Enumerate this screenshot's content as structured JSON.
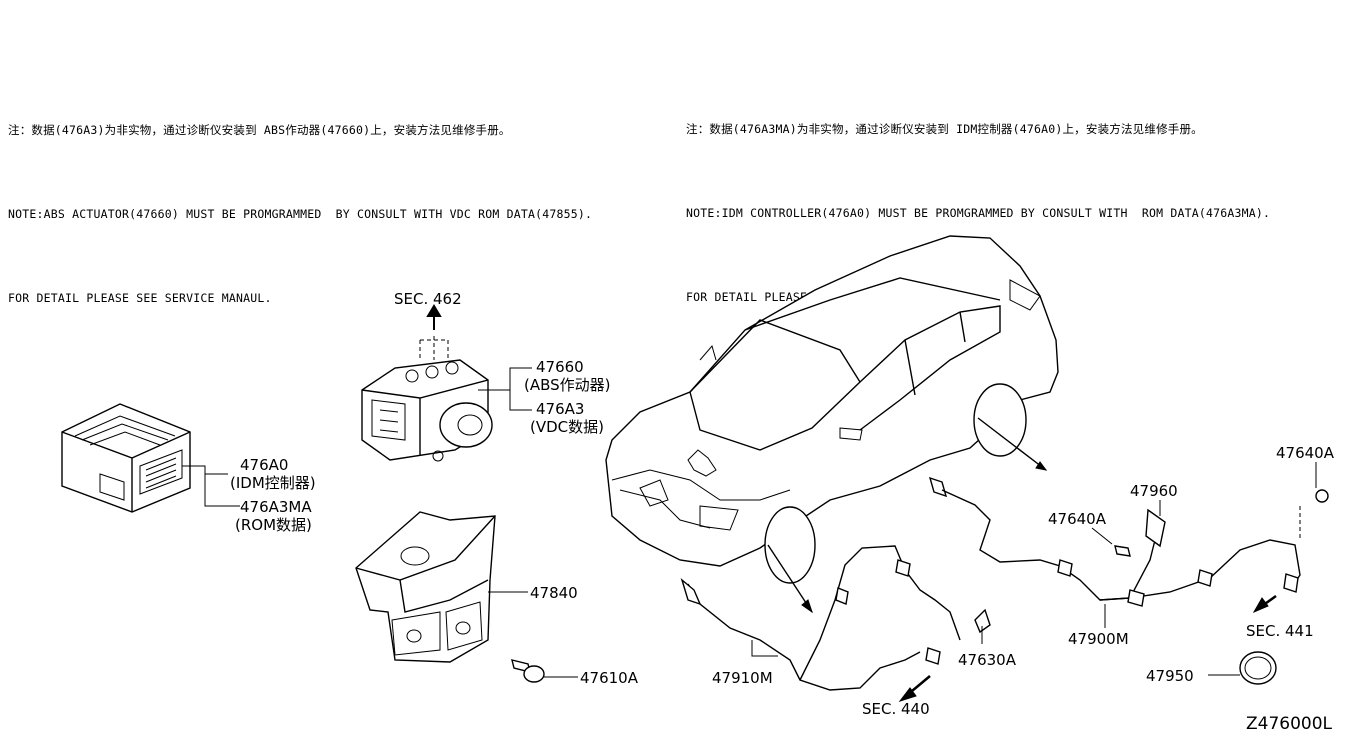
{
  "notes": {
    "left": [
      "注：数据(476A3)为非实物，通过诊断仪安装到 ABS作动器(47660)上，安装方法见维修手册。",
      "NOTE:ABS ACTUATOR(47660) MUST BE PROMGRAMMED  BY CONSULT WITH VDC ROM DATA(47855).",
      "FOR DETAIL PLEASE SEE SERVICE MANAUL."
    ],
    "right": [
      "注：数据(476A3MA)为非实物，通过诊断仪安装到 IDM控制器(476A0)上，安装方法见维修手册。",
      "NOTE:IDM CONTROLLER(476A0) MUST BE PROMGRAMMED BY CONSULT WITH  ROM DATA(476A3MA).",
      "FOR DETAIL PLEASE SEE SERVICE MANAUL."
    ]
  },
  "labels": {
    "sec462": "SEC. 462",
    "p47660": "47660",
    "p47660_desc": "(ABS作动器)",
    "p476A3": "476A3",
    "p476A3_desc": "(VDC数据)",
    "p476A0": "476A0",
    "p476A0_desc": "(IDM控制器)",
    "p476A3MA": "476A3MA",
    "p476A3MA_desc": "(ROM数据)",
    "p47840": "47840",
    "p47610A": "47610A",
    "p47910M": "47910M",
    "p47630A": "47630A",
    "sec440": "SEC. 440",
    "p47640A_top": "47640A",
    "p47960": "47960",
    "p47640A_mid": "47640A",
    "p47900M": "47900M",
    "sec441": "SEC. 441",
    "p47950": "47950",
    "diagram_code": "Z476000L"
  }
}
